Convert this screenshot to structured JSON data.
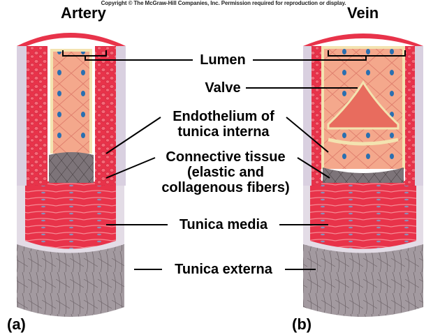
{
  "copyright": "Copyright © The McGraw-Hill Companies, Inc. Permission required for reproduction or display.",
  "vessels": [
    {
      "title": "Artery",
      "panel": "(a)"
    },
    {
      "title": "Vein",
      "panel": "(b)"
    }
  ],
  "labels": {
    "lumen": "Lumen",
    "valve": "Valve",
    "endothelium_line1": "Endothelium of",
    "endothelium_line2": "tunica interna",
    "connective_line1": "Connective tissue",
    "connective_line2": "(elastic and",
    "connective_line3": "collagenous fibers)",
    "tunica_media": "Tunica media",
    "tunica_externa": "Tunica externa"
  },
  "colors": {
    "muscle_red": "#e8334a",
    "muscle_light": "#f26a72",
    "endothelium_pink": "#f4a88c",
    "nucleus_blue": "#2a6fb0",
    "externa_gray": "#a39aa0",
    "connective_dark": "#6d6368",
    "elastic_cream": "#f3e3b0",
    "outline_lavender": "#d9d0e0"
  }
}
